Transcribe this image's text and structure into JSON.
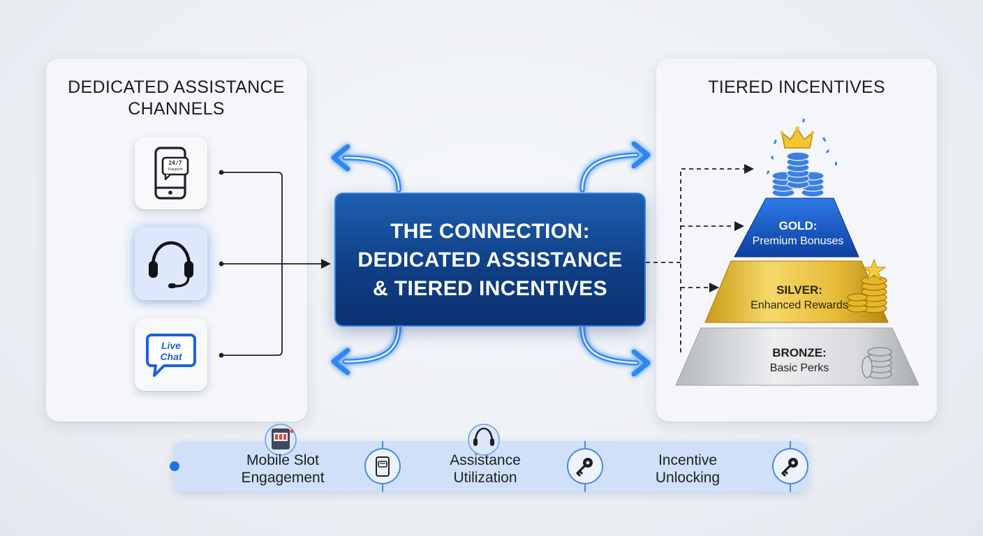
{
  "left_panel": {
    "title": "DEDICATED ASSISTANCE\nCHANNELS",
    "channels": [
      {
        "name": "24/7 Support",
        "icon": "phone-support-icon",
        "line1": "24/7",
        "line2": "Support"
      },
      {
        "name": "Headset",
        "icon": "headset-icon"
      },
      {
        "name": "Live Chat",
        "icon": "live-chat-icon",
        "line1": "Live",
        "line2": "Chat"
      }
    ]
  },
  "center": {
    "title": "THE CONNECTION:\nDEDICATED ASSISTANCE\n& TIERED INCENTIVES"
  },
  "right_panel": {
    "title": "TIERED INCENTIVES",
    "tiers": [
      {
        "name": "GOLD:",
        "desc": "Premium Bonuses",
        "color": "#1c5fcf"
      },
      {
        "name": "SILVER:",
        "desc": "Enhanced Rewards",
        "color": "#e0b92c"
      },
      {
        "name": "BRONZE:",
        "desc": "Basic Perks",
        "color": "#c9cbce"
      }
    ]
  },
  "bottom_bar": {
    "steps": [
      {
        "label": "Mobile Slot\nEngagement",
        "icon": "slot-machine-icon"
      },
      {
        "label": "Assistance\nUtilization",
        "icon": "headset-icon"
      },
      {
        "label": "Incentive\nUnlocking",
        "icon": "key-icon"
      }
    ],
    "connector_icons": [
      "mobile-chat-icon",
      "key-icon",
      "key-icon"
    ]
  },
  "colors": {
    "accent": "#2f7fe6",
    "center_bg": "#103f86",
    "bar_bg": "#cfe0f8"
  }
}
